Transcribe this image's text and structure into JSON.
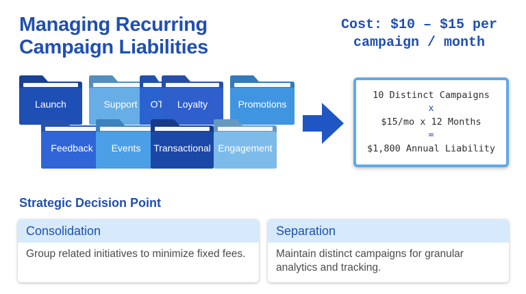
{
  "title": "Managing Recurring\nCampaign Liabilities",
  "cost": "Cost: $10 – $15 per\ncampaign / month",
  "folders": [
    {
      "label": "Launch",
      "color": "#1e4fb4"
    },
    {
      "label": "Support",
      "color": "#67ade6"
    },
    {
      "label": "OTP",
      "color": "#2a63d0"
    },
    {
      "label": "Loyalty",
      "color": "#2f5fcc"
    },
    {
      "label": "Promotions",
      "color": "#3f95e0"
    },
    {
      "label": "Feedback",
      "color": "#2f65d6"
    },
    {
      "label": "Events",
      "color": "#4b9fe6"
    },
    {
      "label": "Transactional",
      "color": "#1b47a6"
    },
    {
      "label": "Engagement",
      "color": "#7dbbea"
    }
  ],
  "calculation": {
    "line1": "10 Distinct Campaigns",
    "op1": "x",
    "line2": "$15/mo x 12 Months",
    "op2": "=",
    "line3": "$1,800 Annual Liability"
  },
  "decision_title": "Strategic Decision Point",
  "options": [
    {
      "title": "Consolidation",
      "text": "Group related initiatives to minimize fixed fees."
    },
    {
      "title": "Separation",
      "text": "Maintain distinct campaigns for granular analytics and tracking."
    }
  ],
  "colors": {
    "accent": "#1f4fb2",
    "arrow": "#1f56c3",
    "card_header": "#d6eafc",
    "calc_border": "#61a8ea"
  }
}
